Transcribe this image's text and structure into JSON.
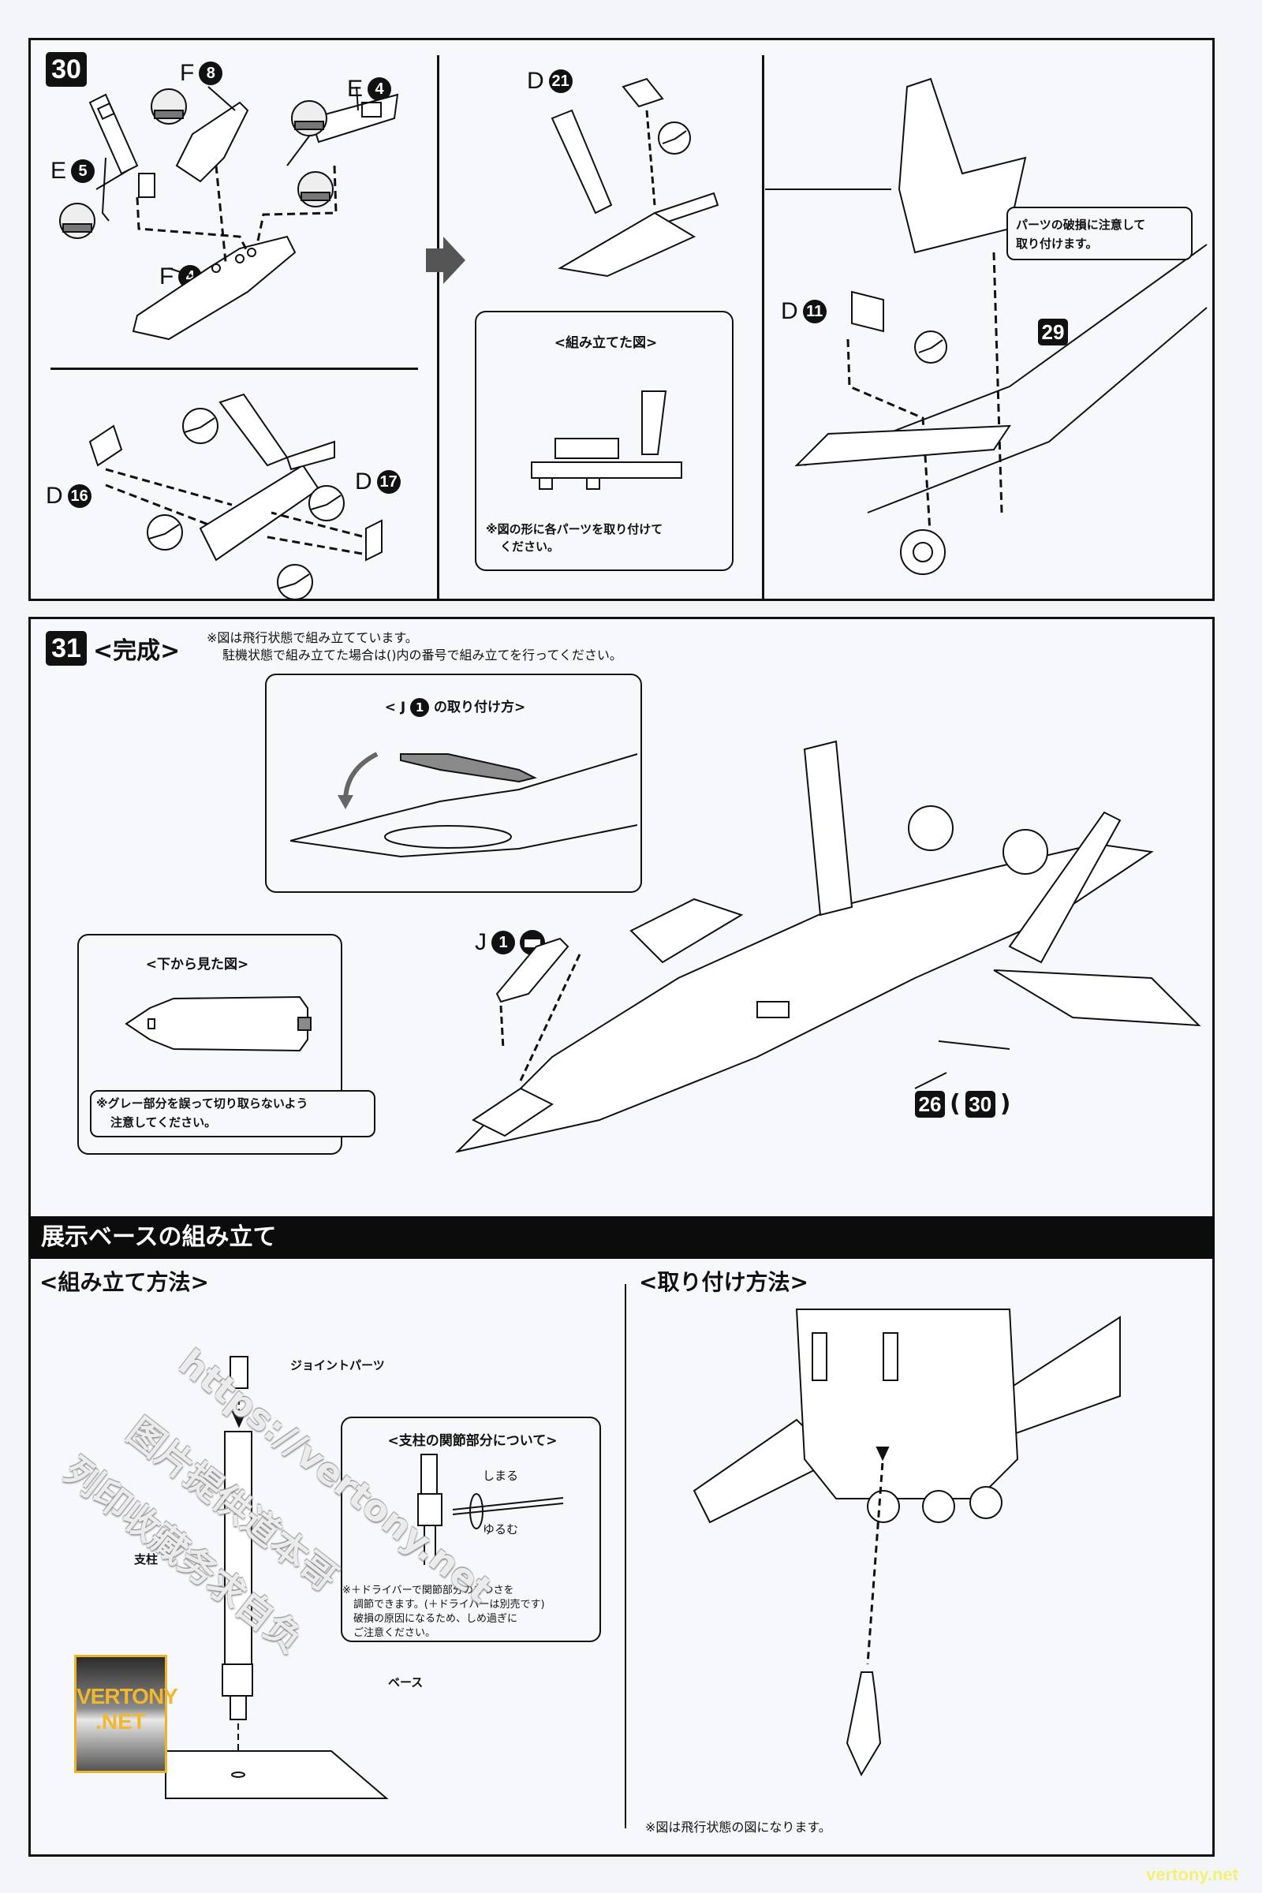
{
  "step30": {
    "number": "30",
    "parts": {
      "f8": {
        "letter": "F",
        "num": "8"
      },
      "e4": {
        "letter": "E",
        "num": "4"
      },
      "e5": {
        "letter": "E",
        "num": "5"
      },
      "f4": {
        "letter": "F",
        "num": "4"
      },
      "d21": {
        "letter": "D",
        "num": "21"
      },
      "d16": {
        "letter": "D",
        "num": "16"
      },
      "d17": {
        "letter": "D",
        "num": "17"
      },
      "d11": {
        "letter": "D",
        "num": "11"
      }
    },
    "assembled_box": {
      "title": "<組み立てた図>",
      "note_line1": "※図の形に各パーツを取り付けて",
      "note_line2": "ください。"
    },
    "caution": {
      "line1": "パーツの破損に注意して",
      "line2": "取り付けます。"
    },
    "ref_step": "29"
  },
  "step31": {
    "number": "31",
    "title": "<完成>",
    "note_line1": "※図は飛行状態で組み立てています。",
    "note_line2": "駐機状態で組み立てた場合は()内の番号で組み立てを行ってください。",
    "j1_box_title_prefix": "< J",
    "j1_box_title_num": "1",
    "j1_box_title_suffix": "の取り付け方>",
    "bottom_view": {
      "title": "<下から見た図>",
      "note_line1": "※グレー部分を誤って切り取らないよう",
      "note_line2": "注意してください。"
    },
    "part_j1": {
      "letter": "J",
      "num": "1"
    },
    "ref_main": "26",
    "ref_alt": "30"
  },
  "base_section": {
    "banner": "展示ベースの組み立て",
    "left_heading": "<組み立て方法>",
    "right_heading": "<取り付け方法>",
    "label_joint": "ジョイントパーツ",
    "label_pillar": "支柱",
    "label_base": "ベース",
    "joint_box": {
      "title": "<支柱の関節部分について>",
      "tighten": "しまる",
      "loosen": "ゆるむ",
      "note_line1": "※＋ドライバーで関節部分のきつさを",
      "note_line2": "調節できます。(＋ドライバーは別売です)",
      "note_line3": "破損の原因になるため、しめ過ぎに",
      "note_line4": "ご注意ください。"
    },
    "flight_note": "※図は飛行状態の図になります。"
  },
  "watermarks": {
    "url": "https://vertony.net",
    "cn_line1": "图片提供道本哥",
    "cn_line2": "列印收藏务求自负",
    "logo_line1": "VERTONY",
    "logo_line2": ".NET",
    "footer": "vertony.net"
  },
  "colors": {
    "ink": "#111111",
    "paper": "#f7f8fb",
    "gray_fill": "#8a8a8a",
    "logo_gold": "#f2b72c",
    "footer_yellow": "#f3f07a"
  }
}
